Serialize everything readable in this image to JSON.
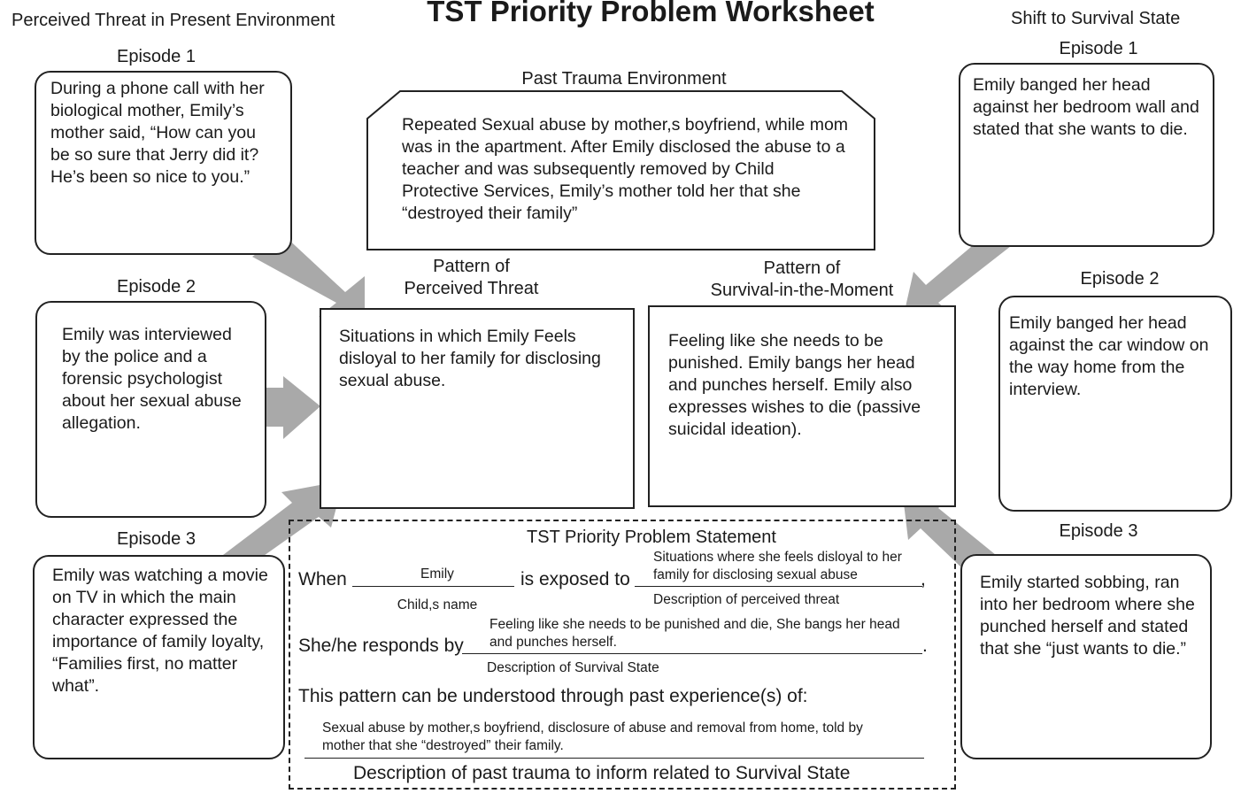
{
  "title": "TST Priority Problem Worksheet",
  "left_header": "Perceived Threat in Present Environment",
  "right_header": "Shift to Survival State",
  "left_episodes": [
    {
      "label": "Episode 1",
      "text": "During a phone call with her biological mother, Emily’s mother said, “How can you be so sure that Jerry did it? He’s been so nice to you.”"
    },
    {
      "label": "Episode 2",
      "text": "Emily was interviewed by the police and a forensic psychologist about her sexual abuse allegation."
    },
    {
      "label": "Episode 3",
      "text": "Emily was watching a movie on TV in which the main character expressed the importance of family loyalty, “Families first, no matter what”."
    }
  ],
  "right_episodes": [
    {
      "label": "Episode 1",
      "text": "Emily banged her head against her bedroom wall and stated that she wants to die."
    },
    {
      "label": "Episode 2",
      "text": "Emily banged her head against the car window on the way home from the interview."
    },
    {
      "label": "Episode 3",
      "text": "Emily started sobbing, ran into her bedroom where she punched herself and stated that she “just wants to die.”"
    }
  ],
  "past_trauma": {
    "label": "Past Trauma Environment",
    "text": "Repeated Sexual abuse by mother,s boyfriend, while mom was in the apartment. After Emily disclosed the abuse to a teacher and was subsequently removed by Child Protective Services, Emily’s mother told her that she “destroyed their family”"
  },
  "perceived_threat": {
    "label_line1": "Pattern of",
    "label_line2": "Perceived Threat",
    "text": "Situations in which Emily Feels disloyal to her family for disclosing sexual abuse."
  },
  "survival": {
    "label_line1": "Pattern of",
    "label_line2": "Survival-in-the-Moment",
    "text": "Feeling like she needs to be punished. Emily bangs her head and punches herself. Emily also expresses wishes to die (passive suicidal ideation)."
  },
  "statement": {
    "title": "TST Priority Problem Statement",
    "when": "When",
    "child_name": "Emily",
    "child_name_caption": "Child,s name",
    "exposed_to": "is exposed to",
    "threat_text": "Situations where she feels disloyal to her family for disclosing sexual abuse",
    "comma": ",",
    "threat_caption": "Description of perceived threat",
    "responds_by": "She/he responds by",
    "survival_text": "Feeling like she needs to be punished and die, She bangs her head and punches herself.",
    "period": ".",
    "survival_caption": "Description of Survival State",
    "pattern_text": "This pattern can be understood through past experience(s) of:",
    "past_text": "Sexual abuse by mother,s boyfriend, disclosure of abuse and removal from home, told by mother that she “destroyed” their family.",
    "past_caption": "Description of past trauma to inform related to Survival State"
  },
  "colors": {
    "arrow": "#a9a9a9",
    "border": "#222222"
  }
}
